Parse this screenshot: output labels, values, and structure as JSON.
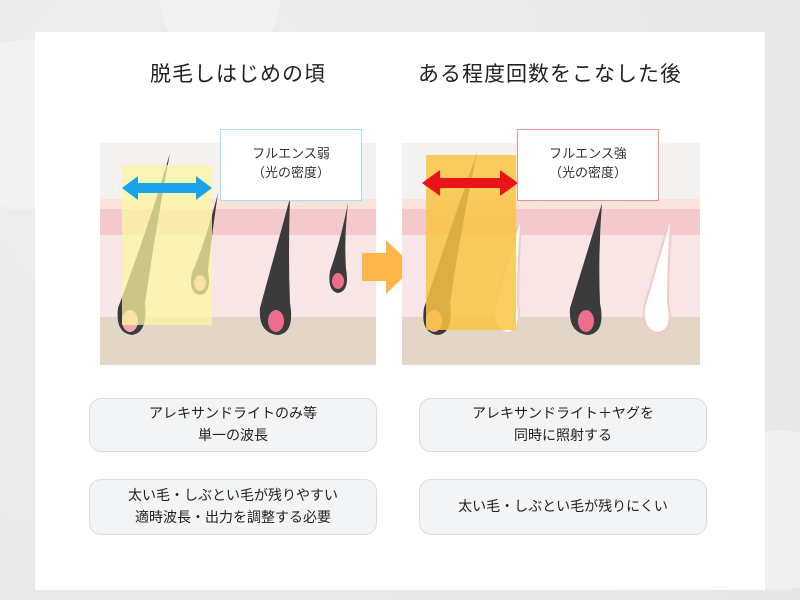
{
  "left": {
    "title": "脱毛しはじめの頃",
    "label": {
      "line1": "フルエンス弱",
      "line2": "（光の密度）",
      "border_color": "#9fe4ea"
    },
    "arrow_color": "#1aa3e8",
    "highlight_color": "#fbf5a2",
    "notes": [
      {
        "line1": "アレキサンドライトのみ等",
        "line2": "単一の波長"
      },
      {
        "line1": "太い毛・しぶとい毛が残りやすい",
        "line2": "適時波長・出力を調整する必要"
      }
    ]
  },
  "right": {
    "title": "ある程度回数をこなした後",
    "label": {
      "line1": "フルエンス強",
      "line2": "（光の密度）",
      "border_color": "#f08f8f"
    },
    "arrow_color": "#e8141a",
    "highlight_color": "#f8c443",
    "notes": [
      {
        "line1": "アレキサンドライト＋ヤグを",
        "line2": "同時に照射する"
      },
      {
        "line1": "太い毛・しぶとい毛が残りにくい"
      }
    ]
  },
  "transition_arrow_color": "#fdb64c"
}
